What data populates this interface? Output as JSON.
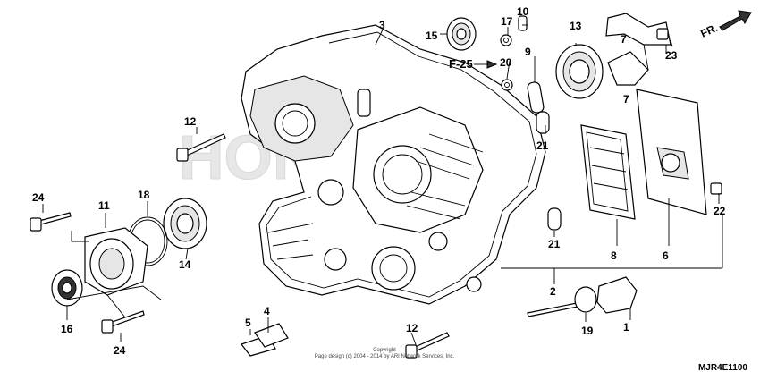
{
  "callouts": {
    "p1": "1",
    "p2": "2",
    "p3": "3",
    "p4": "4",
    "p5": "5",
    "p6": "6",
    "p7a": "7",
    "p7b": "7",
    "p8": "8",
    "p9": "9",
    "p10": "10",
    "p11": "11",
    "p12a": "12",
    "p12b": "12",
    "p13": "13",
    "p14": "14",
    "p15": "15",
    "p16": "16",
    "p17": "17",
    "p18": "18",
    "p19": "19",
    "p20": "20",
    "p21a": "21",
    "p21b": "21",
    "p22": "22",
    "p23": "23",
    "p24a": "24",
    "p24b": "24"
  },
  "reference": "F-25",
  "direction": "FR.",
  "watermark": "HONDA",
  "copyright": {
    "line1": "Copyright",
    "line2": "Page design (c) 2004 - 2014 by ARI Network Services, Inc."
  },
  "diagram_code": "MJR4E1100",
  "colors": {
    "line": "#000000",
    "background": "#ffffff",
    "watermark": "#cccccc"
  }
}
